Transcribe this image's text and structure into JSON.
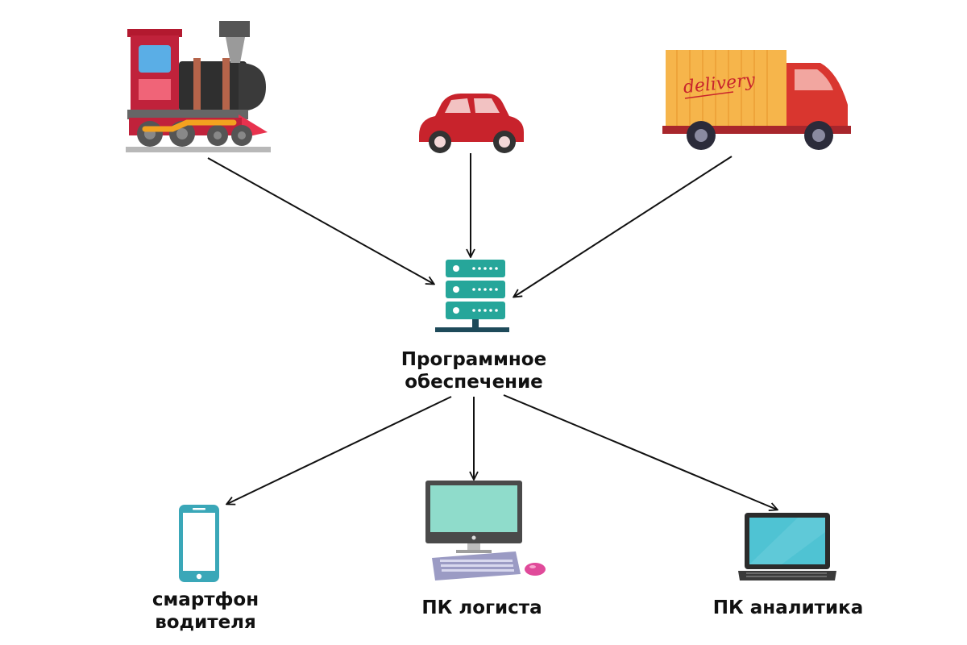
{
  "hub": {
    "line1": "Программное",
    "line2": "обеспечение",
    "icon": "server-icon"
  },
  "sources": [
    {
      "icon": "train-icon"
    },
    {
      "icon": "car-icon"
    },
    {
      "icon": "delivery-truck-icon",
      "text": "delivery"
    }
  ],
  "targets": [
    {
      "icon": "smartphone-icon",
      "line1": "смартфон",
      "line2": "водителя"
    },
    {
      "icon": "desktop-pc-icon",
      "line1": "ПК логиста"
    },
    {
      "icon": "laptop-icon",
      "line1": "ПК аналитика"
    }
  ],
  "colors": {
    "arrow": "#111111",
    "server": "#26a69a",
    "train_red": "#c0223b",
    "truck_body": "#f6b54b",
    "truck_cab": "#d9362f",
    "car": "#c8232c",
    "screen": "#8fdccb",
    "phone": "#3aa7b8",
    "laptop_screen": "#4fc3d3"
  }
}
